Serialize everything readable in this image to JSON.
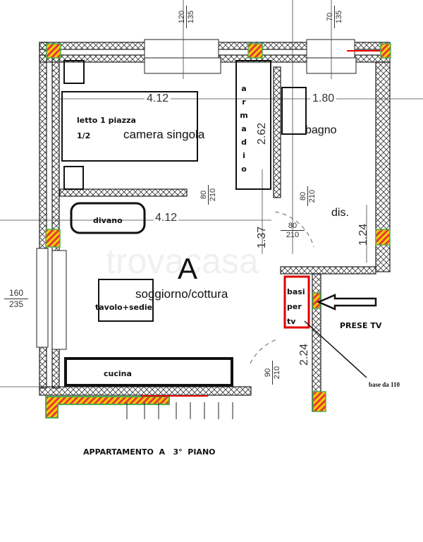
{
  "plan": {
    "caption": "APPARTAMENTO  A   3°  PIANO",
    "unit_letter": "A",
    "watermark": "trovacasa",
    "rooms": {
      "bedroom": "camera singola",
      "bathroom": "bagno",
      "hall": "dis.",
      "living": "soggiorno/cottura"
    },
    "furniture": {
      "bed_line1": "letto 1 piazza",
      "bed_line2": "1/2",
      "wardrobe": [
        "a",
        "r",
        "m",
        "a",
        "d",
        "i",
        "o"
      ],
      "sofa": "divano",
      "table": "tavolo+sedie",
      "kitchen": "cucina"
    },
    "dimensions": {
      "bedroom_width": "4.12",
      "bath_width": "1.80",
      "wardrobe_depth": "2.62",
      "living_width": "4.12",
      "corridor_137": "1.37",
      "dis_124": "1.24",
      "wall_224": "2.24"
    },
    "openings": {
      "window_bed": [
        "120",
        "135"
      ],
      "window_bath": [
        "70",
        "135"
      ],
      "door_bed": [
        "80",
        "210"
      ],
      "door_bath": [
        "80",
        "210"
      ],
      "door_dis": [
        "80",
        "210"
      ],
      "window_living": [
        "160",
        "235"
      ],
      "door_entry": [
        "90",
        "210"
      ]
    },
    "annotations": {
      "tv_box": [
        "basi",
        "per",
        "tv"
      ],
      "tv_sockets": "PRESE TV",
      "base_note": "base da 110"
    },
    "colors": {
      "wall": "#222",
      "pillar": "#e53935",
      "pillar_border": "#4caf50",
      "tv_box": "#e00000"
    }
  }
}
